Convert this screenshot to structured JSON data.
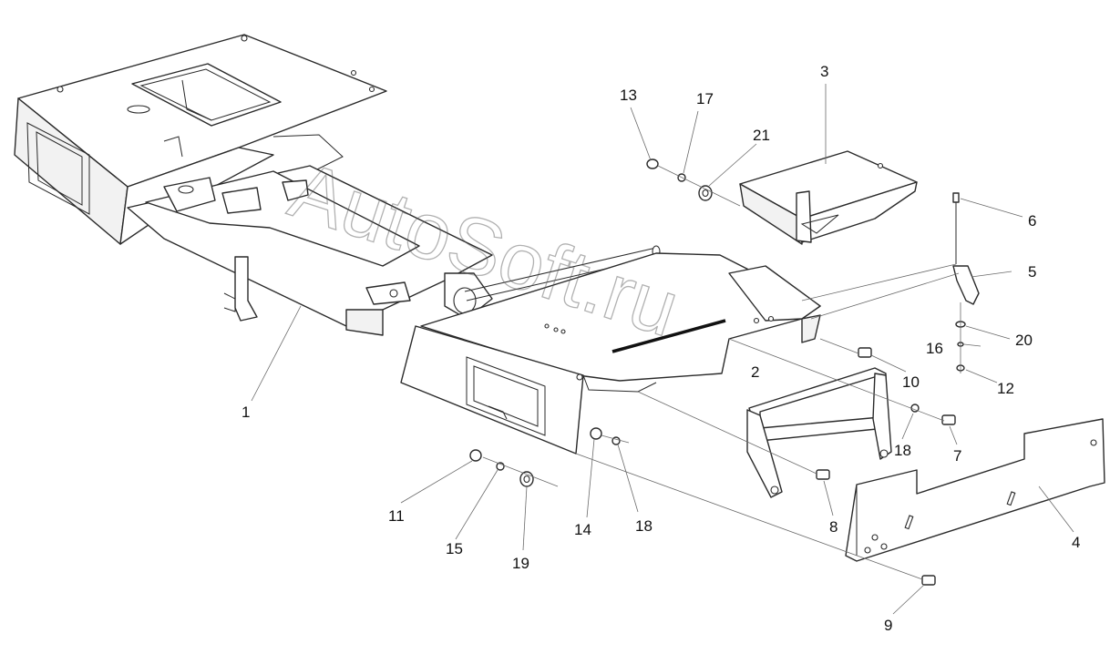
{
  "diagram": {
    "watermark": "AutoSoft.ru",
    "callouts": {
      "c1": "1",
      "c2": "2",
      "c3": "3",
      "c4": "4",
      "c5": "5",
      "c6": "6",
      "c7": "7",
      "c8": "8",
      "c9": "9",
      "c10": "10",
      "c11": "11",
      "c12": "12",
      "c13": "13",
      "c14": "14",
      "c15": "15",
      "c16": "16",
      "c17": "17",
      "c18a": "18",
      "c18b": "18",
      "c19": "19",
      "c20": "20",
      "c21": "21"
    }
  },
  "colors": {
    "line": "#2a2a2a",
    "background": "#ffffff",
    "watermark": "#555555"
  }
}
